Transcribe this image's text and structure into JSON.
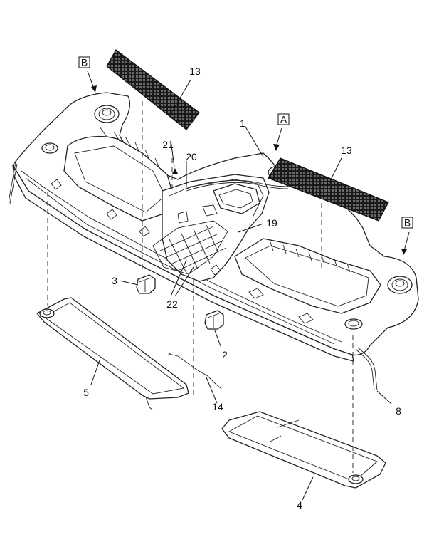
{
  "callouts": {
    "c1": "1",
    "c2": "2",
    "c3": "3",
    "c4": "4",
    "c5": "5",
    "c8": "8",
    "c13a": "13",
    "c13b": "13",
    "c14": "14",
    "c19": "19",
    "c20": "20",
    "c21": "21",
    "c22": "22"
  },
  "view_boxes": {
    "a": "A",
    "b_left": "B",
    "b_right": "B"
  },
  "colors": {
    "line": "#222222",
    "mesh": "#1a1a1a",
    "background": "#ffffff"
  }
}
